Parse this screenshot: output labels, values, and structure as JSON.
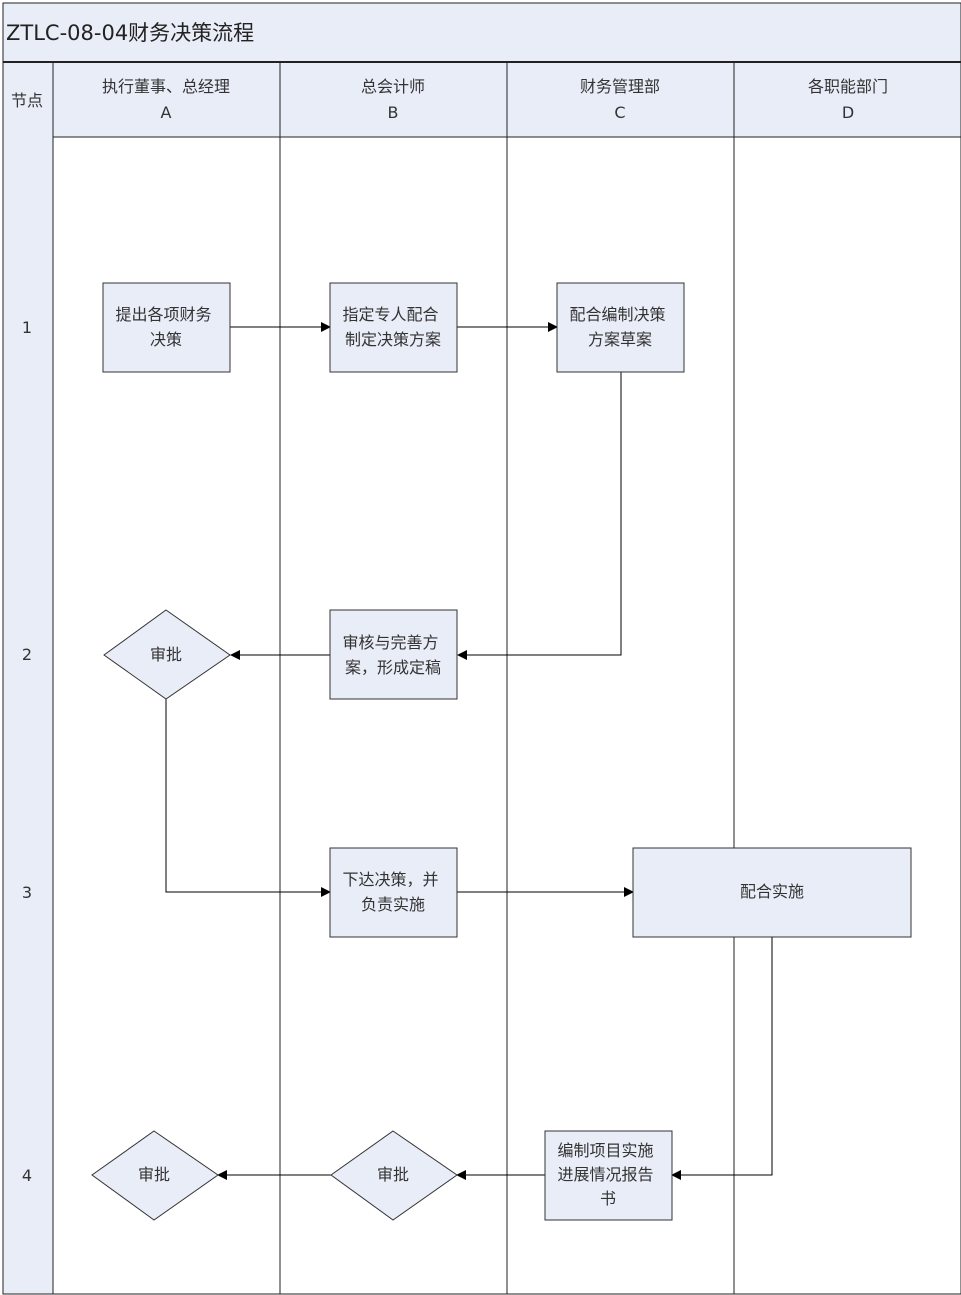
{
  "title": "ZTLC-08-04财务决策流程",
  "node_header": "节点",
  "lanes": [
    {
      "name": "执行董事、总经理",
      "code": "A"
    },
    {
      "name": "总会计师",
      "code": "B"
    },
    {
      "name": "财务管理部",
      "code": "C"
    },
    {
      "name": "各职能部门",
      "code": "D"
    }
  ],
  "stages": [
    "1",
    "2",
    "3",
    "4"
  ],
  "shapes": {
    "a1": {
      "lines": [
        "提出各项财务",
        "决策"
      ]
    },
    "b1": {
      "lines": [
        "指定专人配合",
        "制定决策方案"
      ]
    },
    "c1": {
      "lines": [
        "配合编制决策",
        "方案草案"
      ]
    },
    "a2": {
      "lines": [
        "审批"
      ]
    },
    "b2": {
      "lines": [
        "审核与完善方",
        "案，形成定稿"
      ]
    },
    "b3": {
      "lines": [
        "下达决策，并",
        "负责实施"
      ]
    },
    "d3": {
      "lines": [
        "配合实施"
      ]
    },
    "a4": {
      "lines": [
        "审批"
      ]
    },
    "b4": {
      "lines": [
        "审批"
      ]
    },
    "c4": {
      "lines": [
        "编制项目实施",
        "进展情况报告",
        "书"
      ]
    }
  },
  "colors": {
    "fill": "#e8edf7",
    "line": "#222222"
  }
}
